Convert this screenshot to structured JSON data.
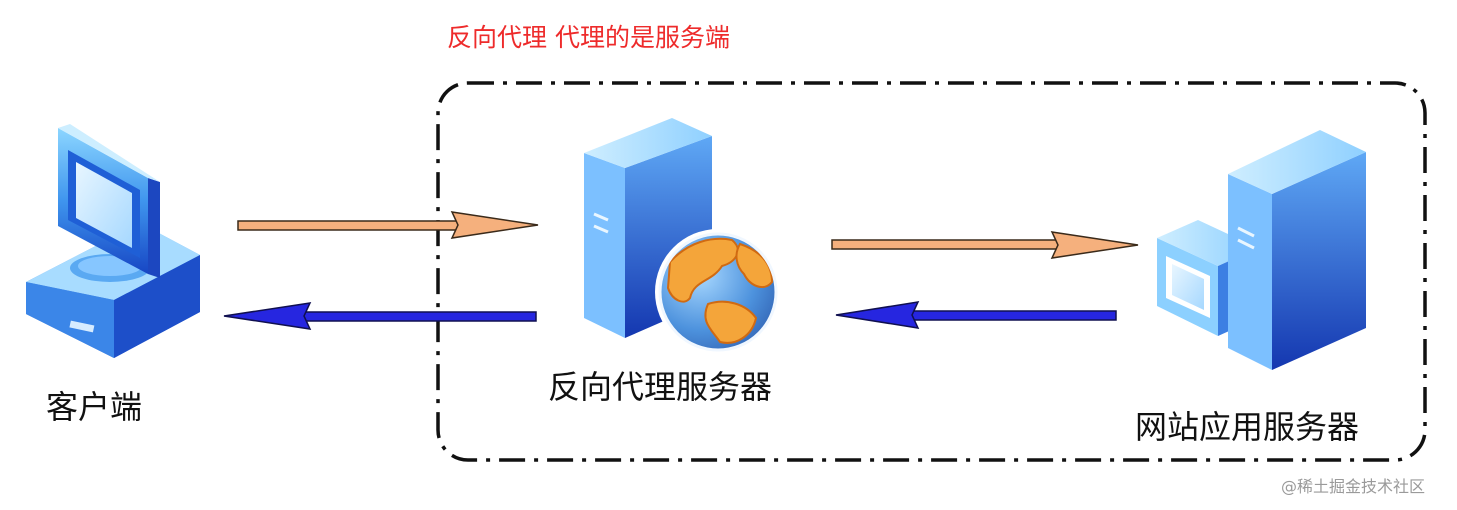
{
  "header": {
    "note": "反向代理 代理的是服务端"
  },
  "nodes": {
    "client": {
      "label": "客户端",
      "icon": "desktop-computer-icon"
    },
    "proxy": {
      "label": "反向代理服务器",
      "icon": "proxy-server-globe-icon"
    },
    "web": {
      "label": "网站应用服务器",
      "icon": "application-server-icon"
    }
  },
  "watermark": "@稀土掘金技术社区",
  "colors": {
    "note": "#ee2b2b",
    "request_arrow": "#f5b07d",
    "response_arrow": "#2626e0",
    "server_blue": "#3a78e0",
    "boundary": "#111111"
  }
}
